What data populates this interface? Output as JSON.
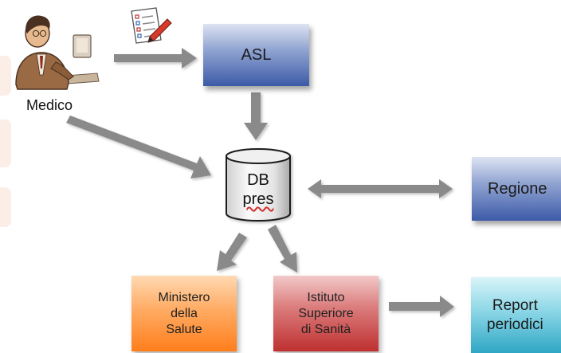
{
  "diagram": {
    "nodes": {
      "medico": {
        "label": "Medico",
        "icon": "doctor-at-computer-icon"
      },
      "prescription": {
        "icon": "checklist-document-icon"
      },
      "asl": {
        "label": "ASL"
      },
      "db": {
        "line1": "DB",
        "line2": "pres"
      },
      "regione": {
        "label": "Regione"
      },
      "ministero": {
        "line1": "Ministero",
        "line2": "della",
        "line3": "Salute"
      },
      "iss": {
        "line1": "Istituto",
        "line2": "Superiore",
        "line3": "di Sanità"
      },
      "report": {
        "line1": "Report",
        "line2": "periodici"
      }
    },
    "edges": [
      {
        "from": "medico",
        "to": "asl"
      },
      {
        "from": "asl",
        "to": "db"
      },
      {
        "from": "medico",
        "to": "db"
      },
      {
        "from": "db",
        "to": "regione",
        "bidirectional": true
      },
      {
        "from": "db",
        "to": "ministero"
      },
      {
        "from": "db",
        "to": "iss"
      },
      {
        "from": "iss",
        "to": "report"
      }
    ],
    "colors": {
      "arrow": "#8a8a8a",
      "asl_regione": "#3c5ba7",
      "ministero": "#ff7e1c",
      "iss": "#bf3030",
      "report": "#2fa7c5"
    }
  }
}
